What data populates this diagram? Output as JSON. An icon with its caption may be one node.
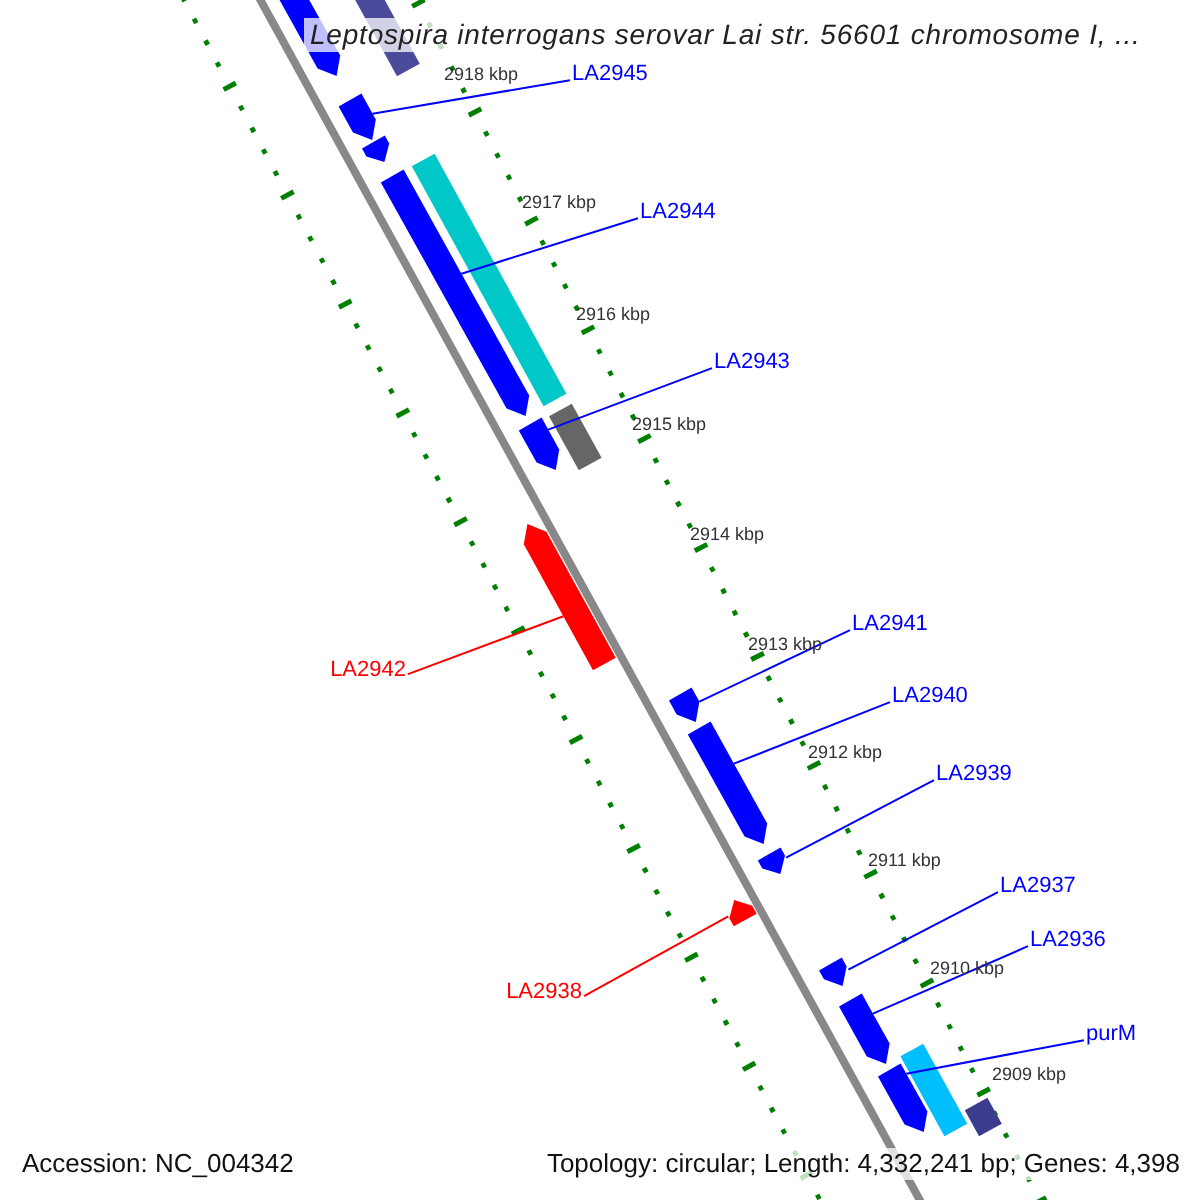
{
  "diagram": {
    "title": "Leptospira interrogans serovar Lai str. 56601 chromosome I, ...",
    "nodes": [
      {
        "text": [
          "LA2945"
        ]
      },
      {
        "text": [],
        "shape": "arrow"
      },
      {
        "text": [
          "LA2944"
        ]
      },
      {
        "text": [],
        "shape": "arrow"
      },
      {
        "text": [
          "LA2943"
        ]
      },
      {
        "text": [],
        "shape": "arrow"
      },
      {
        "text": [
          "LA2942"
        ]
      },
      {
        "text": [],
        "shape": "arrow"
      },
      {
        "text": [
          "LA2941"
        ]
      },
      {
        "text": [],
        "shape": "arrow"
      },
      {
        "text": [
          "LA2940"
        ]
      },
      {
        "text": [],
        "shape": "arrow"
      },
      {
        "text": [
          "LA2939"
        ]
      },
      {
        "text": [],
        "shape": "arrow"
      },
      {
        "text": [
          "LA2938"
        ]
      },
      {
        "text": [],
        "shape": "arrow"
      },
      {
        "text": [
          "LA2937"
        ]
      },
      {
        "text": [],
        "shape": "arrow"
      },
      {
        "text": [
          "LA2936"
        ]
      },
      {
        "text": [],
        "shape": "arrow"
      },
      {
        "text": [
          "purM"
        ]
      },
      {
        "text": [],
        "shape": "arrow"
      },
      {
        "text": [],
        "shape": "arrow"
      },
      {
        "text": [],
        "shape": "bar"
      },
      {
        "text": [],
        "shape": "arrow"
      },
      {
        "text": [],
        "shape": "bar"
      },
      {
        "text": [],
        "shape": "bar"
      },
      {
        "text": [],
        "shape": "bar"
      },
      {
        "text": [],
        "shape": "bar"
      }
    ],
    "edges": [
      {
        "from": 0,
        "to": 1,
        "arrow": "none"
      },
      {
        "from": 2,
        "to": 3,
        "arrow": "none"
      },
      {
        "from": 4,
        "to": 5,
        "arrow": "none"
      },
      {
        "from": 6,
        "to": 7,
        "arrow": "none",
        "color": "#ff0000"
      },
      {
        "from": 8,
        "to": 9,
        "arrow": "none"
      },
      {
        "from": 10,
        "to": 11,
        "arrow": "none"
      },
      {
        "from": 12,
        "to": 13,
        "arrow": "none"
      },
      {
        "from": 14,
        "to": 15,
        "arrow": "none",
        "color": "#ff0000"
      },
      {
        "from": 16,
        "to": 17,
        "arrow": "none"
      },
      {
        "from": 18,
        "to": 19,
        "arrow": "none"
      },
      {
        "from": 20,
        "to": 21,
        "arrow": "none"
      }
    ],
    "labels": [
      "2918 kbp",
      "2917 kbp",
      "2916 kbp",
      "2915 kbp",
      "2914 kbp",
      "2913 kbp",
      "2912 kbp",
      "2911 kbp",
      "2910 kbp",
      "2909 kbp",
      "Accession: NC_004342",
      "Topology: circular; Length: 4,332,241 bp; Genes: 4,398"
    ]
  }
}
